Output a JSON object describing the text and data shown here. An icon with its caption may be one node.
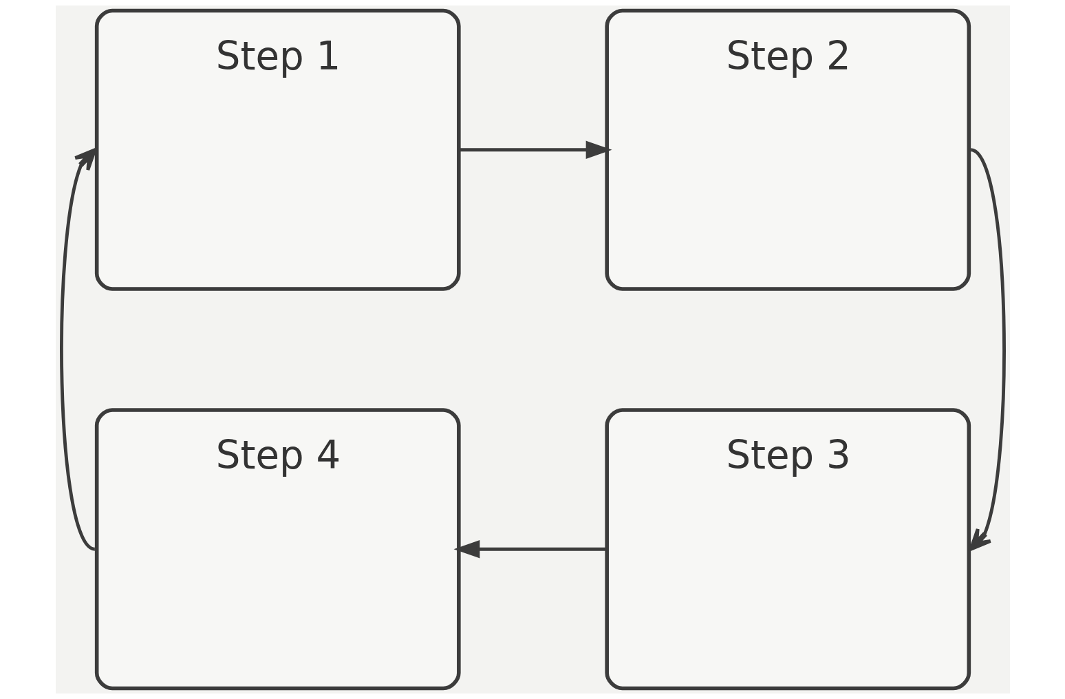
{
  "diagram": {
    "nodes": [
      {
        "text": [
          "Step 1"
        ]
      },
      {
        "text": [
          "Step 2"
        ]
      },
      {
        "text": [
          "Step 3"
        ]
      },
      {
        "text": [
          "Step 4"
        ]
      }
    ],
    "edges": [
      {
        "from": 0,
        "to": 1,
        "arrow": "to"
      },
      {
        "from": 1,
        "to": 2,
        "arrow": "to"
      },
      {
        "from": 2,
        "to": 3,
        "arrow": "to"
      },
      {
        "from": 3,
        "to": 0,
        "arrow": "to"
      }
    ]
  }
}
